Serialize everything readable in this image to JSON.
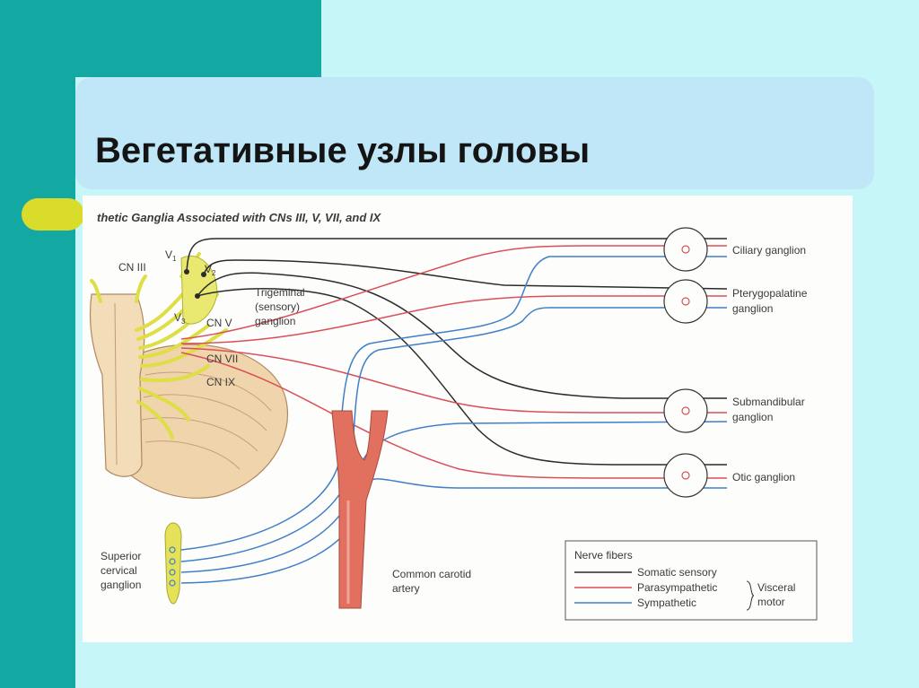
{
  "title": "Вегетативные узлы головы",
  "diagram": {
    "header": "thetic Ganglia Associated with CNs III, V, VII, and IX",
    "labels": {
      "cn3": "CN III",
      "v1": "V",
      "v1_sub": "1",
      "v2": "V",
      "v2_sub": "2",
      "v3": "V",
      "v3_sub": "3",
      "cn5": "CN V",
      "cn7": "CN VII",
      "cn9": "CN IX",
      "trigeminal_1": "Trigeminal",
      "trigeminal_2": "(sensory)",
      "trigeminal_3": "ganglion",
      "superior_1": "Superior",
      "superior_2": "cervical",
      "superior_3": "ganglion",
      "carotid_1": "Common carotid",
      "carotid_2": "artery"
    },
    "ganglia": {
      "ciliary": "Ciliary ganglion",
      "ptery_1": "Pterygopalatine",
      "ptery_2": "ganglion",
      "submand_1": "Submandibular",
      "submand_2": "ganglion",
      "otic": "Otic ganglion"
    },
    "legend": {
      "title": "Nerve fibers",
      "somatic": "Somatic sensory",
      "para": "Parasympathetic",
      "symp": "Sympathetic",
      "visceral_1": "Visceral",
      "visceral_2": "motor"
    },
    "colors": {
      "somatic": "#2b2b2b",
      "parasympathetic": "#d9505a",
      "sympathetic": "#3f7fc8",
      "nerve_yellow": "#e2e24a",
      "brainstem": "#f1d8b2",
      "artery": "#e0685a"
    }
  }
}
